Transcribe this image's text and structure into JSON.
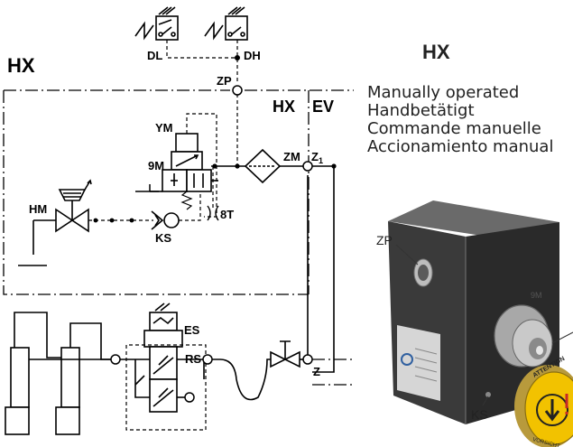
{
  "left_title": "HX",
  "right_title": "HX",
  "description": [
    "Manually operated",
    "Handbetätigt",
    "Commande manuelle",
    "Accionamiento manual"
  ],
  "schematic_labels": {
    "dl": "DL",
    "dh": "DH",
    "zp": "ZP",
    "hx": "HX",
    "ev": "EV",
    "ym": "YM",
    "m9": "9M",
    "zm": "ZM",
    "z1": "Z",
    "z1_sub": "1",
    "hm": "HM",
    "t8": "8T",
    "ks": "KS",
    "es": "ES",
    "rs": "RS",
    "z": "Z"
  },
  "photo_labels": {
    "zp": "ZP",
    "ks": "KS",
    "knob_text_top": "ATTENTION",
    "knob_text_bottom": "VORSICHT",
    "body_mark": "9M"
  }
}
